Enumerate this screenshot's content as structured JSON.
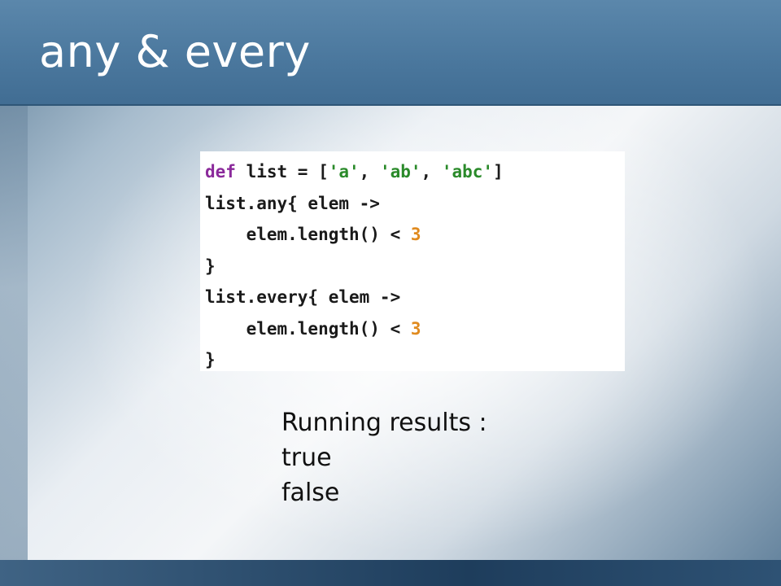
{
  "slide": {
    "title": "any & every"
  },
  "code": {
    "lines": [
      [
        {
          "t": "def",
          "c": "kw"
        },
        {
          "t": " list = [",
          "c": ""
        },
        {
          "t": "'a'",
          "c": "str"
        },
        {
          "t": ", ",
          "c": ""
        },
        {
          "t": "'ab'",
          "c": "str"
        },
        {
          "t": ", ",
          "c": ""
        },
        {
          "t": "'abc'",
          "c": "str"
        },
        {
          "t": "]",
          "c": ""
        }
      ],
      [
        {
          "t": "list.any{ elem ->",
          "c": ""
        }
      ],
      [
        {
          "t": "    elem.length() < ",
          "c": ""
        },
        {
          "t": "3",
          "c": "num"
        }
      ],
      [
        {
          "t": "}",
          "c": ""
        }
      ],
      [
        {
          "t": "list.every{ elem ->",
          "c": ""
        }
      ],
      [
        {
          "t": "    elem.length() < ",
          "c": ""
        },
        {
          "t": "3",
          "c": "num"
        }
      ],
      [
        {
          "t": "}",
          "c": ""
        }
      ]
    ]
  },
  "results": {
    "heading": "Running results :",
    "line1": "true",
    "line2": "false"
  },
  "colors": {
    "title_bar": "#4a779d",
    "keyword": "#8b2a9b",
    "string": "#2a8a2a",
    "number": "#e08a1e"
  }
}
